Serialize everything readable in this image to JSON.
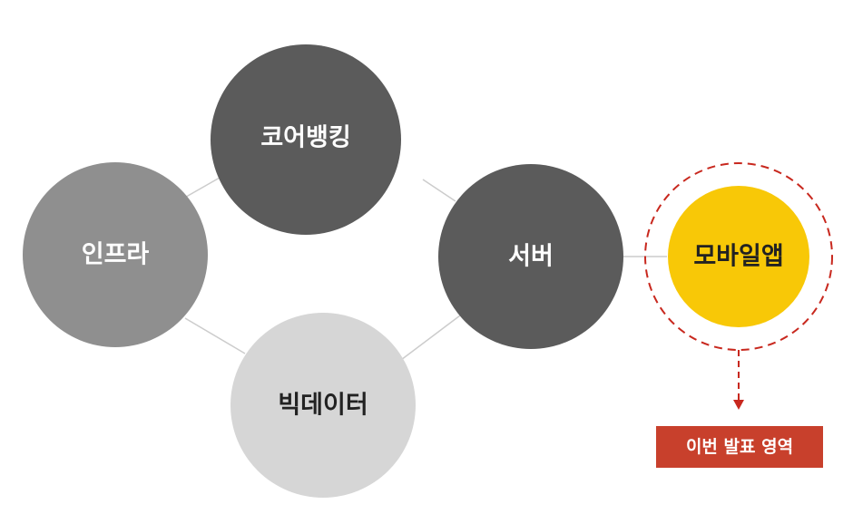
{
  "nodes": {
    "core_banking": {
      "label": "코어뱅킹",
      "color": "#5b5b5b",
      "text_color": "#ffffff"
    },
    "infra": {
      "label": "인프라",
      "color": "#8f8f8f",
      "text_color": "#ffffff"
    },
    "server": {
      "label": "서버",
      "color": "#5b5b5b",
      "text_color": "#ffffff"
    },
    "big_data": {
      "label": "빅데이터",
      "color": "#d6d6d6",
      "text_color": "#222222"
    },
    "mobile_app": {
      "label": "모바일앱",
      "color": "#f8c807",
      "text_color": "#222222"
    }
  },
  "highlight": {
    "ring_color": "#c8281e",
    "callout_label": "이번 발표 영역",
    "callout_color": "#c8402c",
    "callout_text_color": "#ffffff"
  },
  "connector_color": "#cccccc"
}
